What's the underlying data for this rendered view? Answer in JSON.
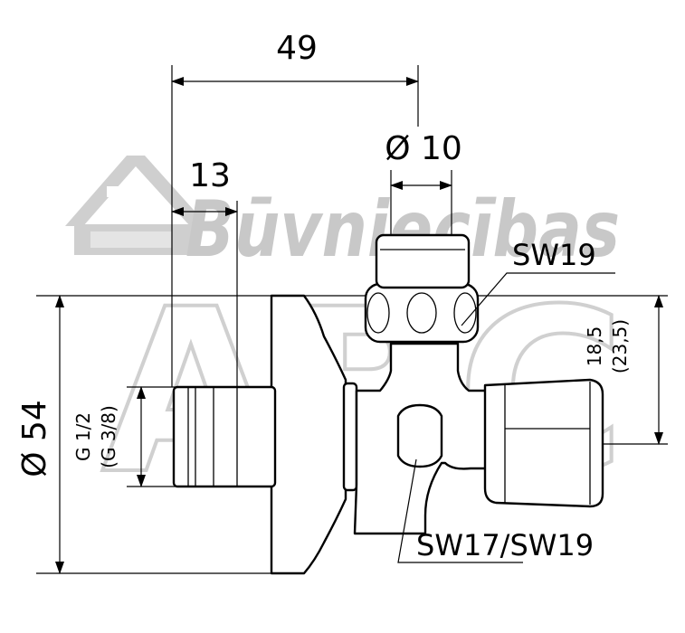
{
  "watermark": {
    "brand_text": "Būvniecības",
    "abc_text": "ABC",
    "logo_icon": "house-stairs-icon"
  },
  "dimensions": {
    "overall_length": "49",
    "thread_length": "13",
    "spindle_diameter": "Ø 10",
    "flange_diameter": "Ø 54",
    "thread_size": "G 1/2",
    "thread_size_alt": "(G 3/8)",
    "outlet_height": "18,5",
    "outlet_height_alt": "(23,5)"
  },
  "labels": {
    "cap_wrench_size": "SW19",
    "body_wrench_size": "SW17/SW19"
  }
}
